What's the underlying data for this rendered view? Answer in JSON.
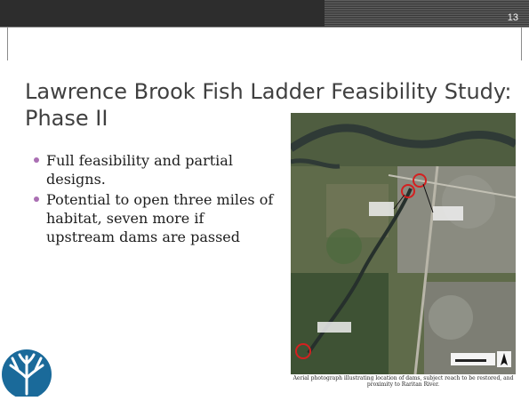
{
  "slide": {
    "page_number": "13",
    "title": "Lawrence Brook Fish Ladder Feasibility Study: Phase II",
    "bullets": [
      "Full feasibility and partial designs.",
      "Potential to open three miles of habitat, seven more if upstream dams are passed"
    ],
    "image_caption": "Aerial photograph illustrating location of dams, subject reach to be restored, and proximity to Raritan River.",
    "bullet_color": "#aa6fb3",
    "logo_icon": "watershed-tree-icon",
    "logo_color": "#1a6a9a"
  }
}
